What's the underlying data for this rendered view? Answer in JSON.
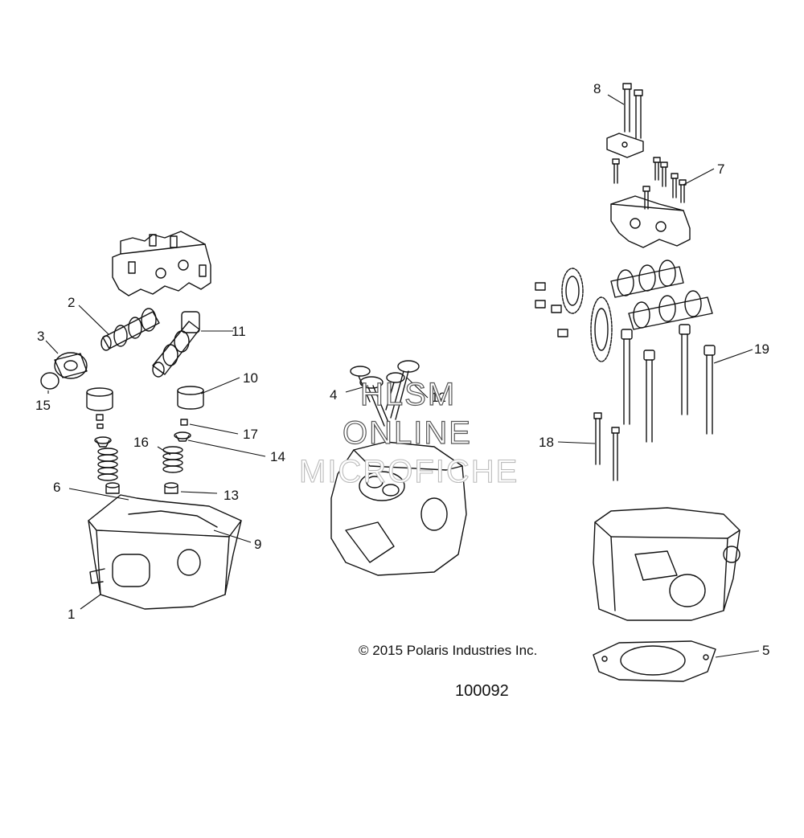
{
  "diagram": {
    "copyright": "© 2015 Polaris Industries Inc.",
    "figure_number": "100092",
    "watermark": [
      "HLSM",
      "ONLINE",
      "MICROFICHE"
    ],
    "callouts": [
      "1",
      "2",
      "3",
      "4",
      "5",
      "6",
      "7",
      "8",
      "9",
      "10",
      "11",
      "12",
      "13",
      "14",
      "15",
      "16",
      "17",
      "18",
      "19"
    ]
  }
}
